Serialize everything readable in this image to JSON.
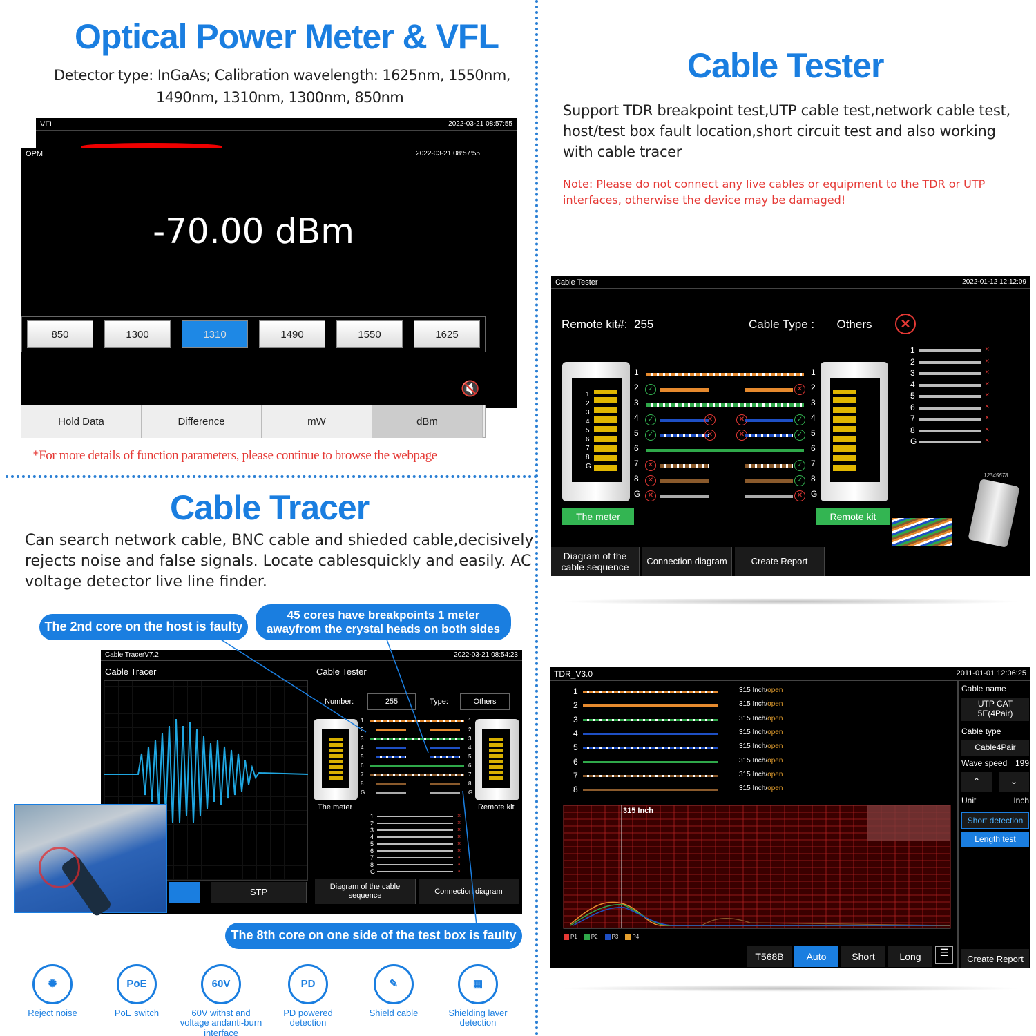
{
  "opm": {
    "title": "Optical Power Meter & VFL",
    "desc1": "Detector type: InGaAs; Calibration wavelength: 1625nm, 1550nm,",
    "desc2": "1490nm, 1310nm, 1300nm, 850nm",
    "vfl_label": "VFL",
    "vfl_time": "2022-03-21 08:57:55",
    "opm_label": "OPM",
    "opm_time": "2022-03-21 08:57:55",
    "reading": "-70.00 dBm",
    "wavelengths": [
      "850",
      "1300",
      "1310",
      "1490",
      "1550",
      "1625"
    ],
    "selected": "1310",
    "tabs": [
      "Hold Data",
      "Difference",
      "mW",
      "dBm"
    ],
    "note": "*For more details of function parameters, please continue to browse the webpage"
  },
  "tracer": {
    "title": "Cable Tracer",
    "desc1": "Can search network cable, BNC cable and shieded cable,decisively",
    "desc2": "rejects noise and false signals. Locate cablesquickly and easily. AC",
    "desc3": "voltage detector live line finder.",
    "callout1": "The 2nd core on the host is faulty",
    "callout2a": "45 cores have breakpoints 1 meter",
    "callout2b": "awayfrom the crystal heads on both sides",
    "callout3": "The 8th core on one side of the test box is faulty",
    "app_title": "Cable TracerV7.2",
    "app_time": "2022-03-21 08:54:23",
    "left_tab": "Cable Tracer",
    "right_tab": "Cable Tester",
    "number_label": "Number:",
    "number": "255",
    "type_label": "Type:",
    "type": "Others",
    "meter": "The meter",
    "remote": "Remote kit",
    "stp": "STP",
    "diag_btn": "Diagram of the cable sequence",
    "conn_btn": "Connection diagram",
    "pins": [
      "1",
      "2",
      "3",
      "4",
      "5",
      "6",
      "7",
      "8",
      "G"
    ]
  },
  "tester": {
    "title": "Cable Tester",
    "desc1": "Support TDR breakpoint test,UTP cable test,network cable test,",
    "desc2": "host/test box fault location,short circuit test and also working",
    "desc3": "with cable tracer",
    "note1": "Note: Please do not connect any live cables or equipment to the TDR or UTP",
    "note2": "interfaces, otherwise the device may be damaged!",
    "app_title": "Cable Tester",
    "app_time": "2022-01-12 12:12:09",
    "remote_label": "Remote kit#:",
    "remote_val": "255",
    "type_label": "Cable Type :",
    "type_val": "Others",
    "meter": "The meter",
    "remote": "Remote kit",
    "diag_btn": "Diagram of the cable sequence",
    "conn_btn": "Connection diagram",
    "report_btn": "Create Report",
    "pins": [
      "1",
      "2",
      "3",
      "4",
      "5",
      "6",
      "7",
      "8",
      "G"
    ],
    "plug_code": "12345678"
  },
  "tdr": {
    "app_title": "TDR_V3.0",
    "app_time": "2011-01-01 12:06:25",
    "lines": [
      "1",
      "2",
      "3",
      "4",
      "5",
      "6",
      "7",
      "8"
    ],
    "dist": "315 Inch",
    "status": "open",
    "cursor_label": "315 Inch",
    "cable_name_label": "Cable name",
    "cable_name": "UTP CAT 5E(4Pair)",
    "cable_type_label": "Cable type",
    "cable_type": "Cable4Pair",
    "wave_label": "Wave speed",
    "wave_val": "199",
    "unit_label": "Unit",
    "unit_val": "Inch",
    "short_btn": "Short detection",
    "length_btn": "Length test",
    "bottom_btns": [
      "T568B",
      "Auto",
      "Short",
      "Long"
    ],
    "report_btn": "Create Report",
    "legend": [
      "P1",
      "P2",
      "P3",
      "P4"
    ]
  },
  "features": [
    {
      "icon": "reject-noise-icon",
      "label": "Reject noise"
    },
    {
      "icon": "poe-switch-icon",
      "label": "PoE switch",
      "sym": "PoE"
    },
    {
      "icon": "60v-icon",
      "label": "60V withst and voltage andanti-burn interface",
      "sym": "60V"
    },
    {
      "icon": "pd-powered-icon",
      "label": "PD powered detection",
      "sym": "PD"
    },
    {
      "icon": "shield-cable-icon",
      "label": "Shield cable"
    },
    {
      "icon": "shielding-layer-icon",
      "label": "Shielding laver detection"
    }
  ],
  "colors": {
    "accent": "#1a7ee0",
    "note_red": "#e53935",
    "selected_btn": "#1e88e5",
    "green": "#33b552"
  }
}
